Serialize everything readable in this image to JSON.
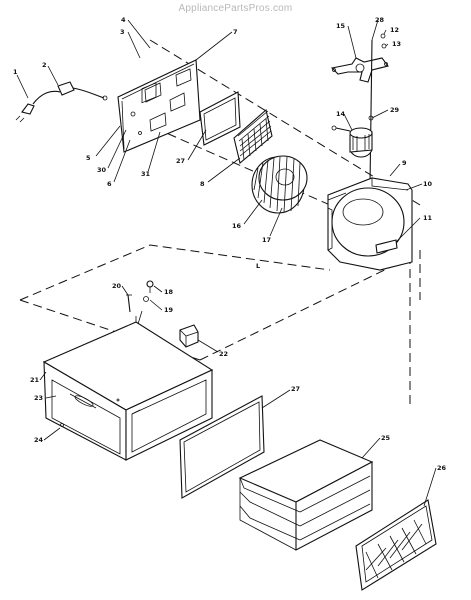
{
  "watermark": "AppliancePartsPros.com",
  "callouts": {
    "c1": "1",
    "c2": "2",
    "c3": "3",
    "c4": "4",
    "c5": "5",
    "c6": "6",
    "c7": "7",
    "c8": "8",
    "c9": "9",
    "c10": "10",
    "c11": "11",
    "c12": "12",
    "c13": "13",
    "c14": "14",
    "c15": "15",
    "c16": "16",
    "c17": "17",
    "c18": "18",
    "c19": "19",
    "c20": "20",
    "c21": "21",
    "c22": "22",
    "c23": "23",
    "c24": "24",
    "c25": "25",
    "c26": "26",
    "c27a": "27",
    "c27b": "27",
    "c28": "28",
    "c29": "29",
    "c30": "30",
    "c31": "31",
    "stray": "L"
  }
}
